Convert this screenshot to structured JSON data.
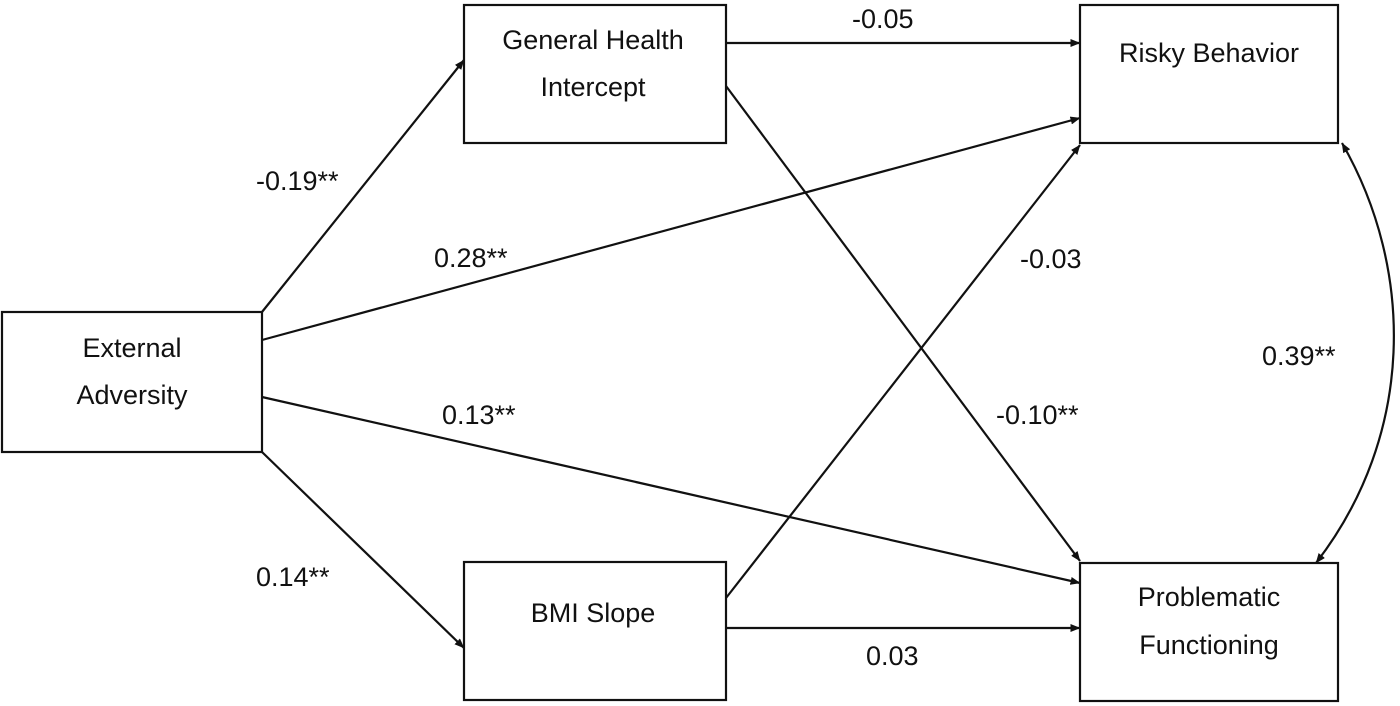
{
  "nodes": {
    "external_adversity": {
      "lines": [
        "External",
        "Adversity"
      ]
    },
    "general_health_intercept": {
      "lines": [
        "General Health",
        "Intercept"
      ]
    },
    "bmi_slope": {
      "lines": [
        "BMI Slope"
      ]
    },
    "risky_behavior": {
      "lines": [
        "Risky Behavior"
      ]
    },
    "problematic_functioning": {
      "lines": [
        "Problematic",
        "Functioning"
      ]
    }
  },
  "edges": {
    "ea_to_ghi": {
      "from": "External Adversity",
      "to": "General Health Intercept",
      "coefficient": "-0.19**"
    },
    "ea_to_rb": {
      "from": "External Adversity",
      "to": "Risky Behavior",
      "coefficient": "0.28**"
    },
    "ea_to_pf": {
      "from": "External Adversity",
      "to": "Problematic Functioning",
      "coefficient": "0.13**"
    },
    "ea_to_bmi": {
      "from": "External Adversity",
      "to": "BMI Slope",
      "coefficient": "0.14**"
    },
    "ghi_to_rb": {
      "from": "General Health Intercept",
      "to": "Risky Behavior",
      "coefficient": "-0.05"
    },
    "ghi_to_pf": {
      "from": "General Health Intercept",
      "to": "Problematic Functioning",
      "coefficient": "-0.10**"
    },
    "bmi_to_rb": {
      "from": "BMI Slope",
      "to": "Risky Behavior",
      "coefficient": "-0.03"
    },
    "bmi_to_pf": {
      "from": "BMI Slope",
      "to": "Problematic Functioning",
      "coefficient": "0.03"
    },
    "rb_pf_cov": {
      "from": "Risky Behavior",
      "to": "Problematic Functioning",
      "coefficient": "0.39**",
      "bidirectional": true
    }
  }
}
